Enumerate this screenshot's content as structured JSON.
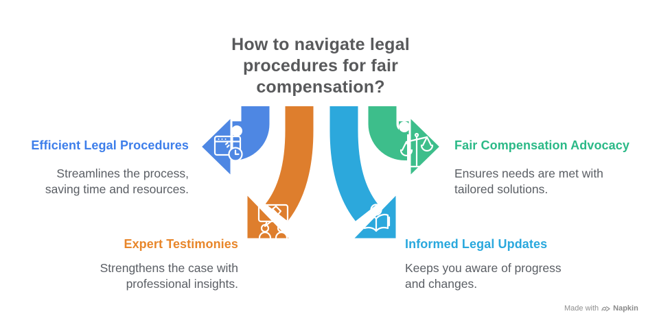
{
  "title": {
    "text": "How to navigate legal\nprocedures for fair\ncompensation?",
    "color": "#58595B"
  },
  "description_color": "#5A5E64",
  "background_color": "#FFFFFF",
  "items": [
    {
      "label": "Efficient Legal Procedures",
      "description": "Streamlines the process,\nsaving time and resources.",
      "label_color": "#3D7EEA",
      "arrow_color": "#4E87E3",
      "icon": "browser-clock-icon",
      "position": "left",
      "arrow_direction": "left"
    },
    {
      "label": "Fair Compensation Advocacy",
      "description": "Ensures needs are met with\ntailored solutions.",
      "label_color": "#2BB987",
      "arrow_color": "#3DBE8B",
      "icon": "scales-of-justice-icon",
      "position": "right",
      "arrow_direction": "right"
    },
    {
      "label": "Expert Testimonies",
      "description": "Strengthens the case with\nprofessional insights.",
      "label_color": "#E8862A",
      "arrow_color": "#DE7E2D",
      "icon": "testimony-speech-icon",
      "position": "bottom-left",
      "arrow_direction": "down-left"
    },
    {
      "label": "Informed Legal Updates",
      "description": "Keeps you aware of progress\nand changes.",
      "label_color": "#29A8DD",
      "arrow_color": "#2CA8DC",
      "icon": "reading-updates-icon",
      "position": "bottom-right",
      "arrow_direction": "down-right"
    }
  ],
  "watermark": {
    "prefix": "Made with",
    "brand": "Napkin"
  }
}
